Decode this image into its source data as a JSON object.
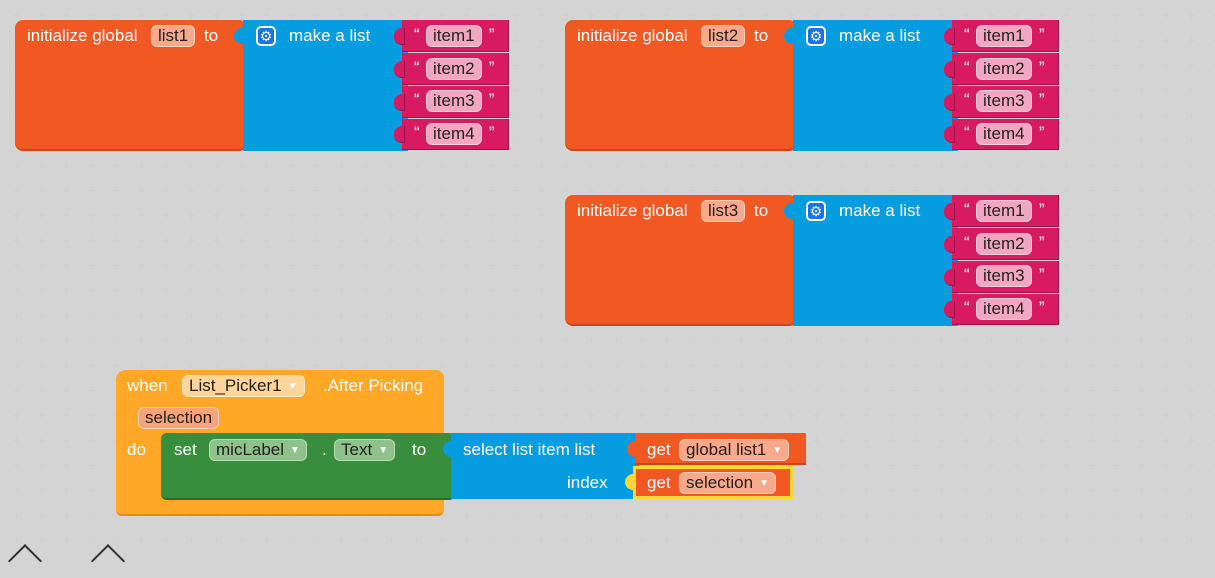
{
  "init_blocks": [
    {
      "prefix": "initialize global",
      "var": "list1",
      "to": "to",
      "make_list": "make a list",
      "items": [
        "item1",
        "item2",
        "item3",
        "item4"
      ]
    },
    {
      "prefix": "initialize global",
      "var": "list2",
      "to": "to",
      "make_list": "make a list",
      "items": [
        "item1",
        "item2",
        "item3",
        "item4"
      ]
    },
    {
      "prefix": "initialize global",
      "var": "list3",
      "to": "to",
      "make_list": "make a list",
      "items": [
        "item1",
        "item2",
        "item3",
        "item4"
      ]
    }
  ],
  "quote_open": "“",
  "quote_close": "”",
  "event_block": {
    "when": "when",
    "component": "List_Picker1",
    "event": ".After Picking",
    "param": "selection",
    "do": "do",
    "set": "set",
    "target": "micLabel",
    "dot": ".",
    "property": "Text",
    "to": "to",
    "select_list_item": "select list item  list",
    "index_label": "index",
    "get1": "get",
    "get1_var": "global list1",
    "get2": "get",
    "get2_var": "selection"
  },
  "colors": {
    "variable_block": "#f15822",
    "list_block": "#069de0",
    "text_block": "#d81b60",
    "event_block": "#ffa726",
    "setter_block": "#388e3c"
  }
}
